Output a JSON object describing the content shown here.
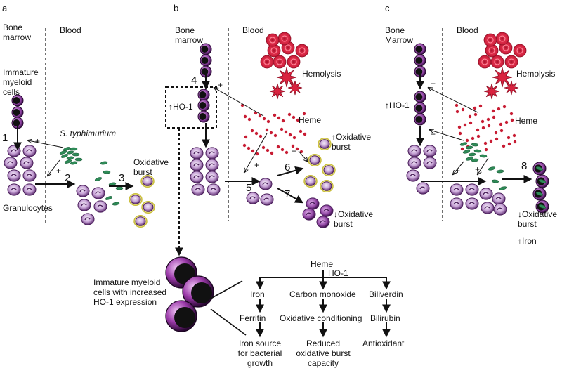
{
  "panels": {
    "a": {
      "letter": "a",
      "bone_marrow": "Bone\nmarrow",
      "blood": "Blood",
      "immature": "Immature\nmyeloid\ncells",
      "pathogen": "S. typhimurium",
      "oxidative": "Oxidative\nburst",
      "granulocytes": "Granulocytes",
      "steps": [
        "1",
        "2",
        "3"
      ]
    },
    "b": {
      "letter": "b",
      "bone_marrow": "Bone\nmarrow",
      "blood": "Blood",
      "hemolysis": "Hemolysis",
      "heme": "Heme",
      "ho1": "↑HO-1",
      "oxidative_up": "↑Oxidative\nburst",
      "oxidative_down": "↓Oxidative\nburst",
      "steps": [
        "4",
        "5",
        "6",
        "7"
      ]
    },
    "c": {
      "letter": "c",
      "bone_marrow": "Bone\nMarrow",
      "blood": "Blood",
      "hemolysis": "Hemolysis",
      "heme": "Heme",
      "ho1": "↑HO-1",
      "oxidative_down": "↓Oxidative\nburst",
      "iron": "↑Iron",
      "steps": [
        "8"
      ]
    }
  },
  "plus_sign": "+",
  "pathway": {
    "cell_caption": "Immature myeloid\ncells with increased\nHO-1 expression",
    "heme": "Heme",
    "enzyme": "HO-1",
    "branches": [
      {
        "steps": [
          "Iron",
          "Ferritin",
          "Iron source\nfor bacterial\ngrowth"
        ]
      },
      {
        "steps": [
          "Carbon monoxide",
          "Oxidative conditioning",
          "Reduced\noxidative burst\ncapacity"
        ]
      },
      {
        "steps": [
          "Biliverdin",
          "Bilirubin",
          "Antioxidant"
        ]
      }
    ]
  },
  "colors": {
    "cell_purple": "#7b3f8f",
    "cell_light": "#c9a6d8",
    "rbc_red": "#d9233f",
    "bacteria_green": "#2e8b57",
    "burst_yellow": "#e7df6a"
  }
}
